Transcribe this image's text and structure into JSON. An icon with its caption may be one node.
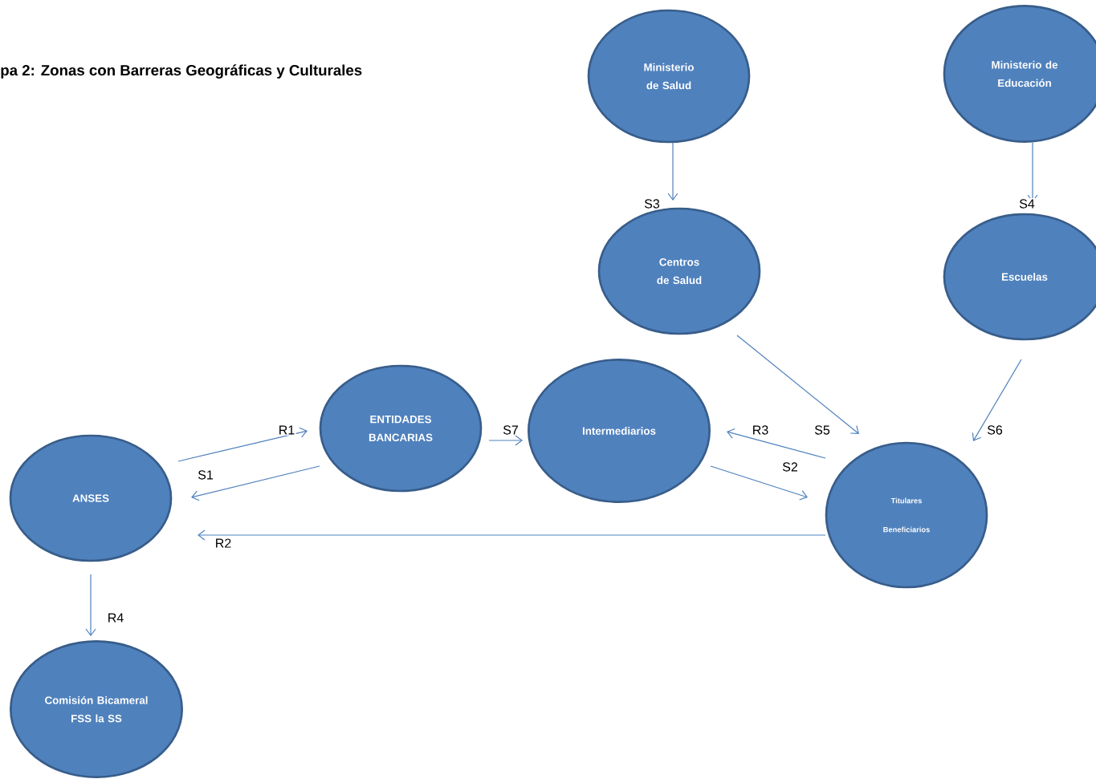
{
  "diagram": {
    "title": "pa 2: Zonas con Barreras Geográficas y Culturales",
    "nodes": [
      {
        "text": [
          "Ministerio de Salud"
        ]
      },
      {
        "text": [
          "Ministerio de Educación"
        ]
      },
      {
        "text": [
          "Centros de Salud"
        ]
      },
      {
        "text": [
          "Escuelas"
        ]
      },
      {
        "text": [
          "ENTIDADES BANCARIAS"
        ]
      },
      {
        "text": [
          "Intermediarios"
        ]
      },
      {
        "text": [
          "Titulares Beneficiarios"
        ]
      },
      {
        "text": [
          "ANSES"
        ]
      },
      {
        "text": [
          "Comisión Bicameral FSS la SS"
        ]
      }
    ],
    "edges": [
      {
        "from": 0,
        "to": 2,
        "arrow": "to",
        "label": "S3"
      },
      {
        "from": 1,
        "to": 3,
        "arrow": "to",
        "label": "S4"
      },
      {
        "from": 2,
        "to": 6,
        "arrow": "to",
        "label": "S5"
      },
      {
        "from": 3,
        "to": 6,
        "arrow": "to",
        "label": "S6"
      },
      {
        "from": 7,
        "to": 4,
        "arrow": "to",
        "label": "R1"
      },
      {
        "from": 4,
        "to": 7,
        "arrow": "to",
        "label": "S1"
      },
      {
        "from": 4,
        "to": 5,
        "arrow": "to",
        "label": "S7"
      },
      {
        "from": 6,
        "to": 5,
        "arrow": "to",
        "label": "R3"
      },
      {
        "from": 5,
        "to": 6,
        "arrow": "to",
        "label": "S2"
      },
      {
        "from": 6,
        "to": 7,
        "arrow": "to",
        "label": "R2"
      },
      {
        "from": 7,
        "to": 8,
        "arrow": "to",
        "label": "R4"
      }
    ]
  }
}
